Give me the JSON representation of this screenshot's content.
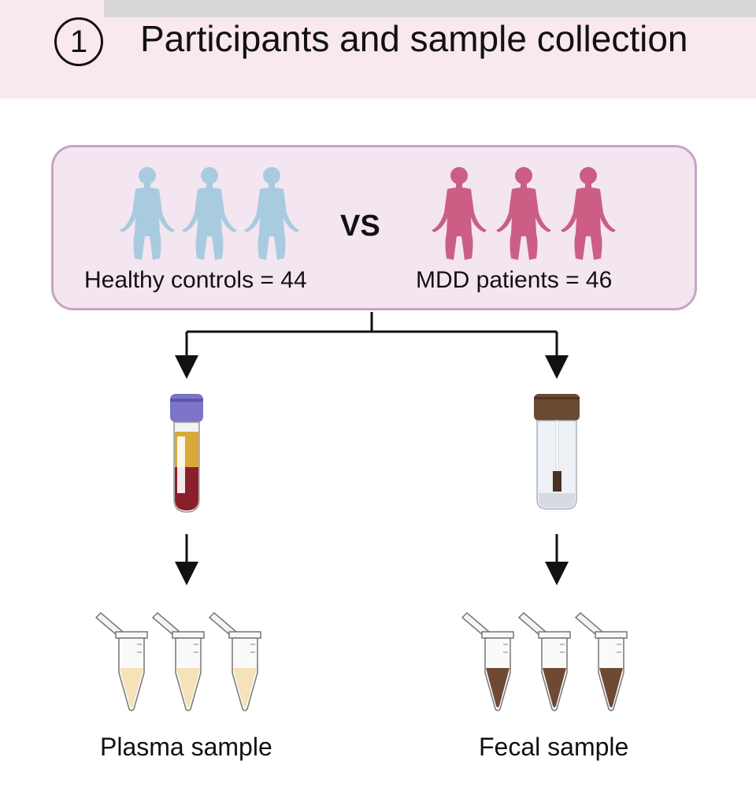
{
  "header": {
    "step_number": "1",
    "title": "Participants and sample collection"
  },
  "groups": {
    "comparison_label": "VS",
    "healthy": {
      "label": "Healthy controls = 44",
      "color": "#a9cbe0",
      "figure_count": 3
    },
    "mdd": {
      "label": "MDD patients = 46",
      "color": "#cc5e86",
      "figure_count": 3
    }
  },
  "samples": {
    "plasma": {
      "label": "Plasma sample",
      "collection_icon": "blood-tube-icon",
      "aliquot_icon": "microtube-icon",
      "fill_color": "#f5e2b8"
    },
    "fecal": {
      "label": "Fecal sample",
      "collection_icon": "stool-container-icon",
      "aliquot_icon": "microtube-icon",
      "fill_color": "#6e4a34"
    }
  },
  "colors": {
    "header_band": "#f8e8ef",
    "group_box_fill": "#f3e6f0",
    "group_box_border": "#c9a3c4",
    "arrow": "#111111"
  }
}
